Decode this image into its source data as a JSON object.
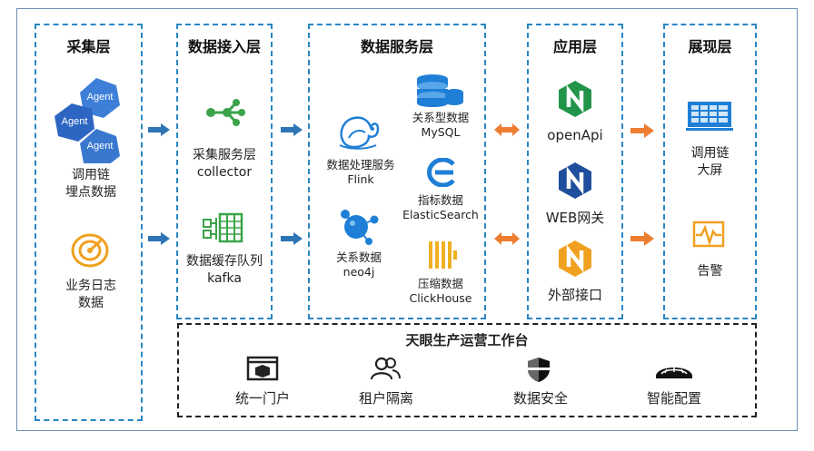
{
  "layers": {
    "collect": {
      "title": "采集层",
      "agent_labels": [
        "Agent",
        "Agent",
        "Agent"
      ],
      "trace_label": [
        "调用链",
        "埋点数据"
      ],
      "log_label": [
        "业务日志",
        "数据"
      ]
    },
    "ingest": {
      "title": "数据接入层",
      "collector_label": [
        "采集服务层",
        "collector"
      ],
      "queue_label": [
        "数据缓存队列",
        "kafka"
      ]
    },
    "service": {
      "title": "数据服务层",
      "flink_label": [
        "数据处理服务",
        "Flink"
      ],
      "neo4j_label": [
        "关系数据",
        "neo4j"
      ],
      "mysql_label": [
        "关系型数据",
        "MySQL"
      ],
      "es_label": [
        "指标数据",
        "ElasticSearch"
      ],
      "ch_label": [
        "压缩数据",
        "ClickHouse"
      ]
    },
    "app": {
      "title": "应用层",
      "items": [
        "openApi",
        "WEB网关",
        "外部接口"
      ]
    },
    "present": {
      "title": "展现层",
      "screen_label": [
        "调用链",
        "大屏"
      ],
      "alert_label": "告警"
    }
  },
  "platform": {
    "title": "天眼生产运营工作台",
    "items": [
      "统一门户",
      "租户隔离",
      "数据安全",
      "智能配置"
    ]
  },
  "colors": {
    "border_blue": "#2a86c4",
    "icon_blue": "#1f7fd6",
    "icon_green": "#3aa34a",
    "arrow_blue": "#2e75b6",
    "arrow_orange": "#ed7d31",
    "nginx_green": "#22944a",
    "nginx_navy": "#1f4e9c",
    "nginx_gold": "#f0a020"
  }
}
